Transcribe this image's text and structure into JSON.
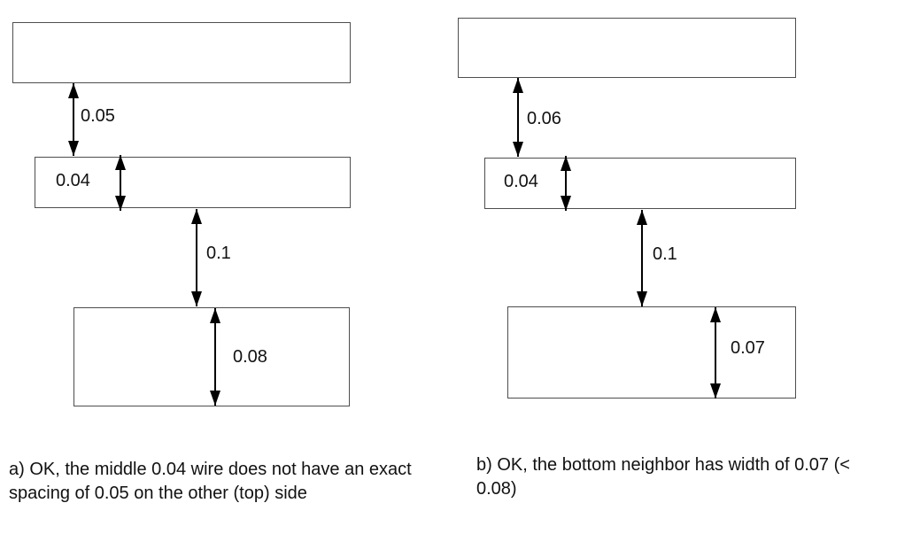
{
  "colors": {
    "background": "#ffffff",
    "rect_border": "#4e4e4e",
    "arrow": "#000000",
    "text": "#111111"
  },
  "figures": {
    "a": {
      "top_spacing": "0.05",
      "wire_width": "0.04",
      "bottom_spacing": "0.1",
      "neighbor_width": "0.08",
      "caption_lines": [
        "a) OK, the middle 0.04 wire does not have an exact",
        "spacing of 0.05 on the other (top) side"
      ]
    },
    "b": {
      "top_spacing": "0.06",
      "wire_width": "0.04",
      "bottom_spacing": "0.1",
      "neighbor_width": "0.07",
      "caption_lines": [
        "b) OK, the bottom neighbor has width of 0.07 (<",
        "0.08)"
      ]
    }
  }
}
